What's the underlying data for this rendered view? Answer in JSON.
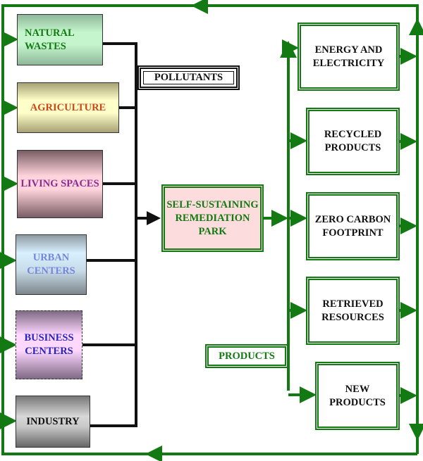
{
  "sources": [
    {
      "id": "nw",
      "label": "NATURAL WASTES"
    },
    {
      "id": "ag",
      "label": "AGRICULTURE"
    },
    {
      "id": "ls",
      "label": "LIVING SPACES"
    },
    {
      "id": "uc",
      "label": "URBAN CENTERS"
    },
    {
      "id": "bc",
      "label": "BUSINESS CENTERS"
    },
    {
      "id": "in",
      "label": "INDUSTRY"
    }
  ],
  "pollutants_label": "POLLUTANTS",
  "park_label": "SELF-SUSTAINING REMEDIATION PARK",
  "products_label": "PRODUCTS",
  "outputs": [
    {
      "id": "en",
      "label": "ENERGY AND ELECTRICITY"
    },
    {
      "id": "rc",
      "label": "RECYCLED PRODUCTS"
    },
    {
      "id": "zc",
      "label": "ZERO CARBON FOOTPRINT"
    },
    {
      "id": "rr",
      "label": "RETRIEVED RESOURCES"
    },
    {
      "id": "np",
      "label": "NEW PRODUCTS"
    }
  ],
  "colors": {
    "green": "#137a13",
    "black": "#111111"
  }
}
